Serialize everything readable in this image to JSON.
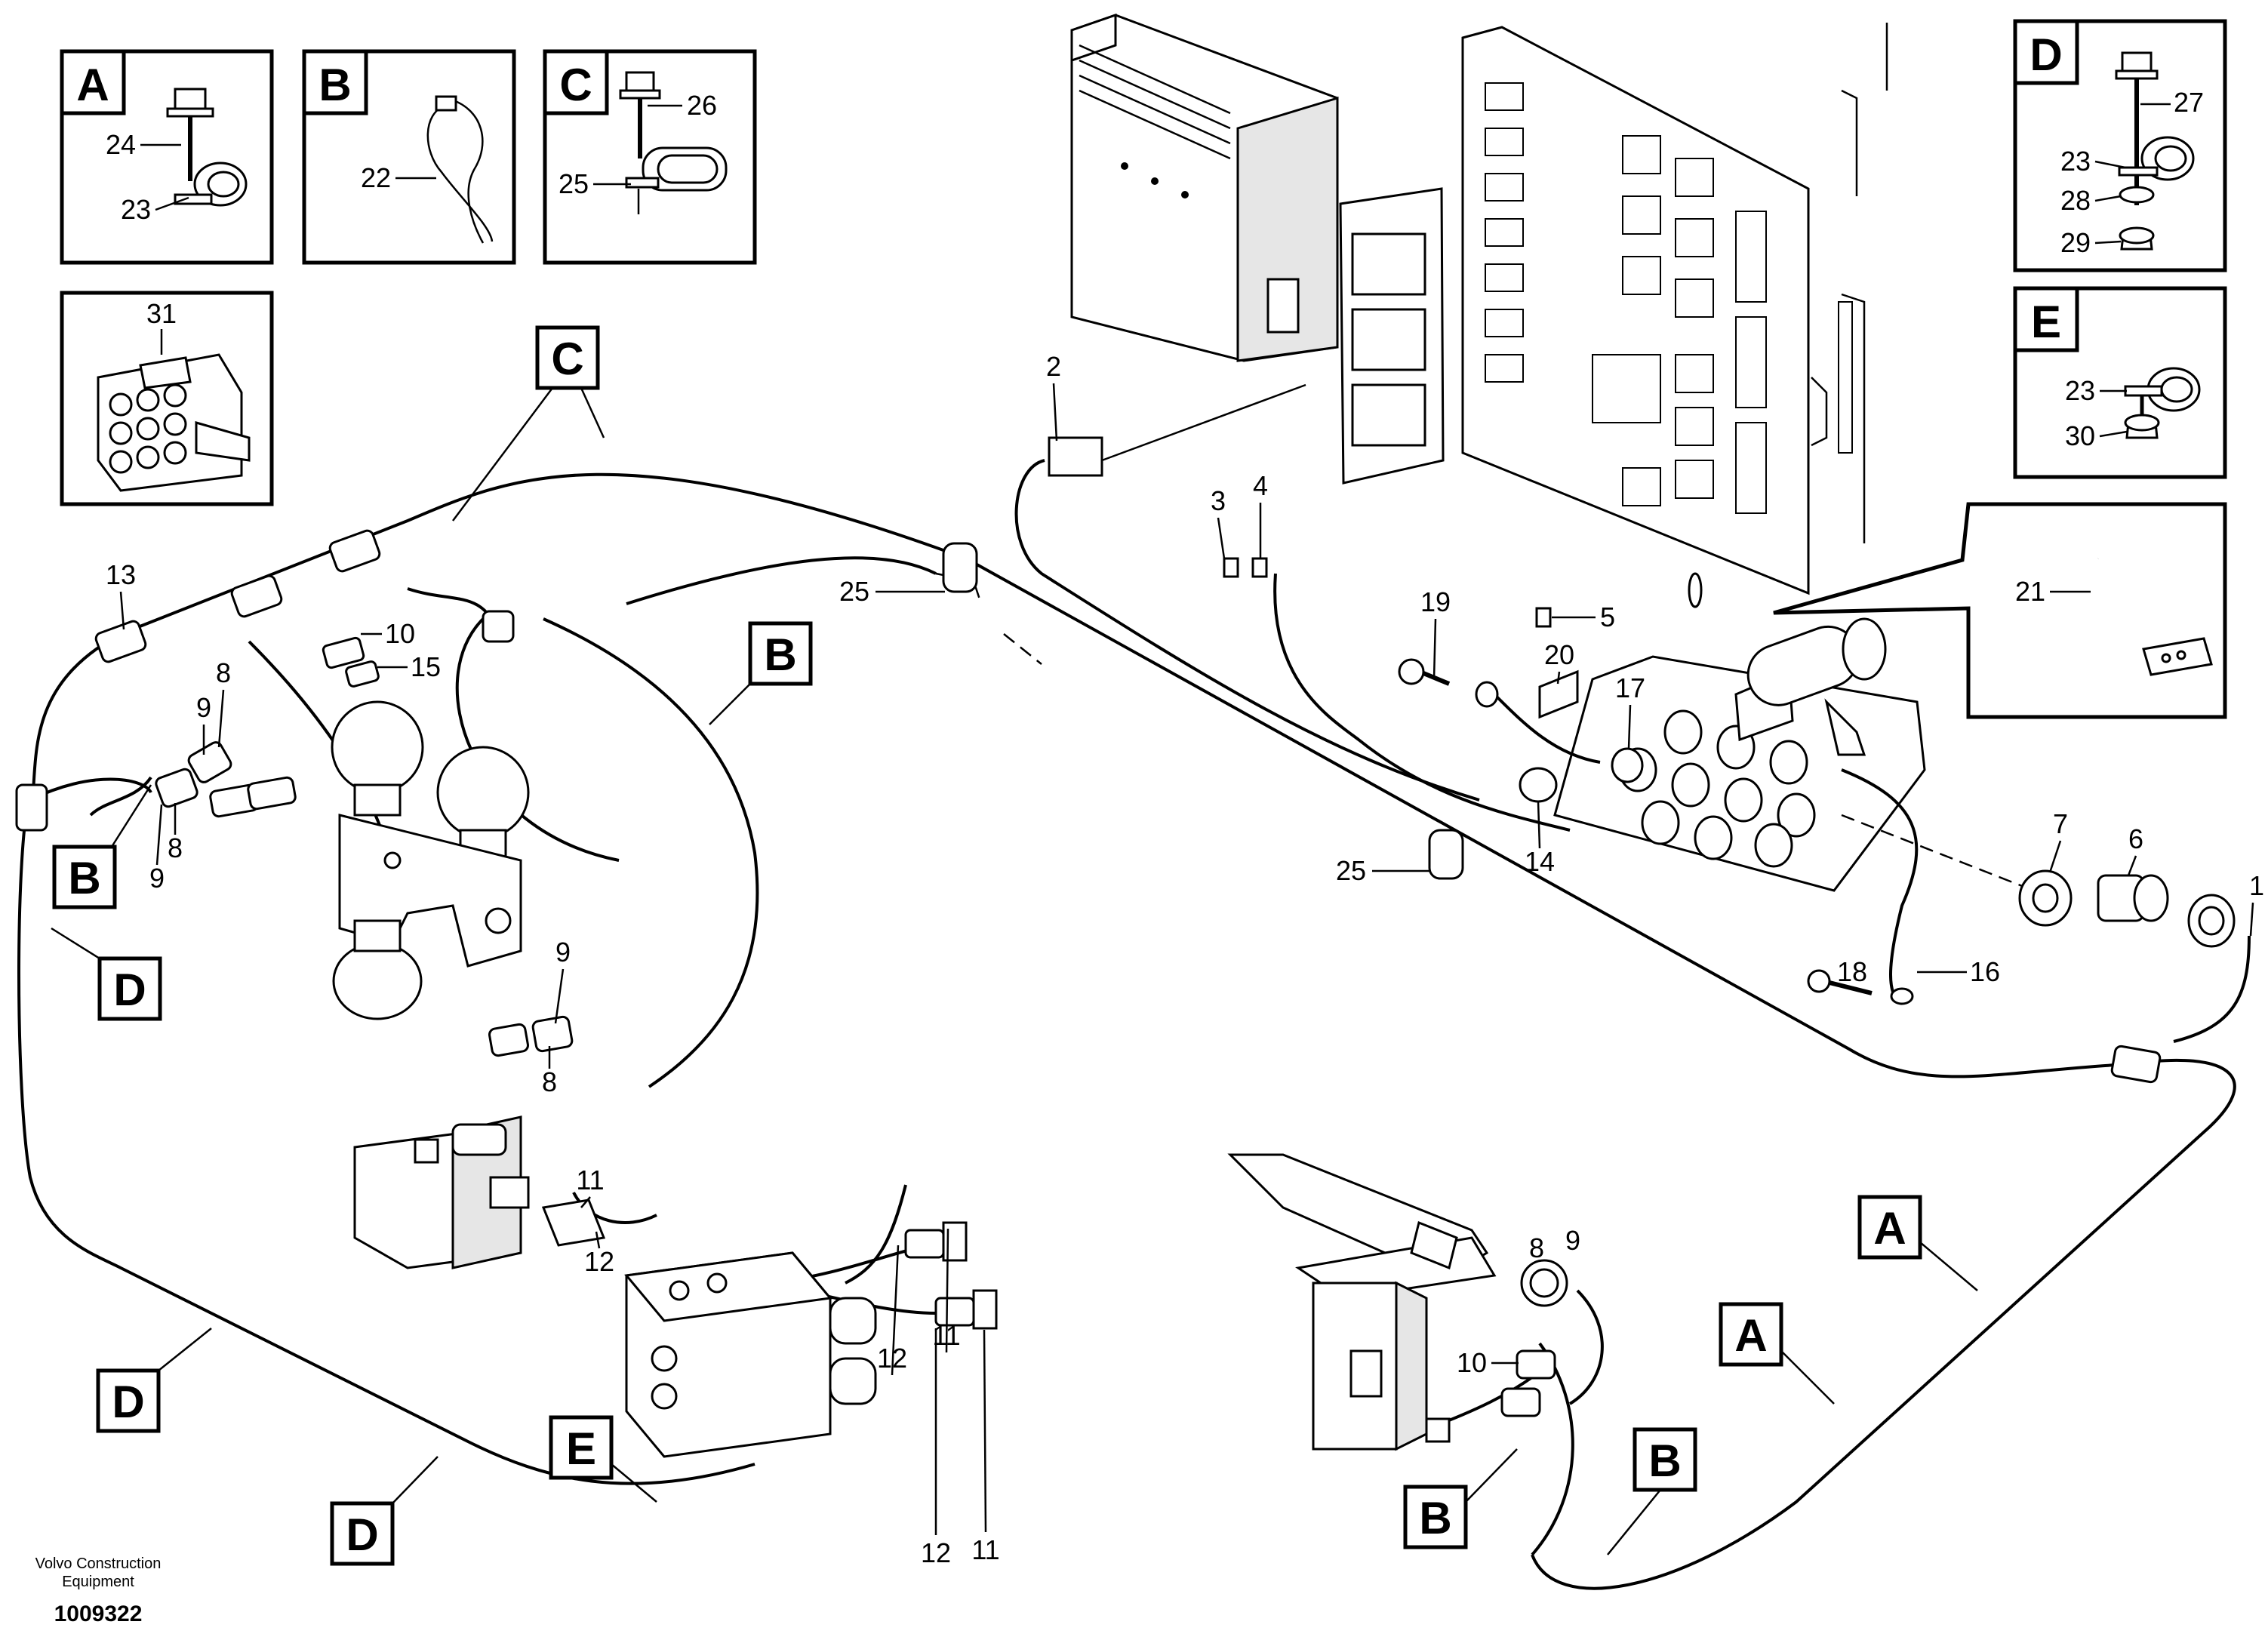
{
  "diagram": {
    "detail_boxes": [
      {
        "letter": "A",
        "callouts": [
          "24",
          "23"
        ]
      },
      {
        "letter": "B",
        "callouts": [
          "22"
        ]
      },
      {
        "letter": "C",
        "callouts": [
          "26",
          "25"
        ]
      },
      {
        "letter": "D",
        "callouts": [
          "27",
          "23",
          "28",
          "29"
        ]
      },
      {
        "letter": "E",
        "callouts": [
          "23",
          "30"
        ]
      }
    ],
    "connector_box": {
      "callout": "31"
    },
    "clamp_box": {
      "callout": "21"
    },
    "route_tags": [
      "C",
      "B",
      "B",
      "D",
      "D",
      "D",
      "E",
      "A",
      "A",
      "B",
      "B"
    ],
    "callouts": {
      "c1": "1",
      "c2": "2",
      "c3": "3",
      "c4": "4",
      "c5": "5",
      "c6": "6",
      "c7": "7",
      "c8a": "8",
      "c8b": "8",
      "c8c": "8",
      "c8d": "8",
      "c9a": "9",
      "c9b": "9",
      "c9c": "9",
      "c9d": "9",
      "c10a": "10",
      "c10b": "10",
      "c11a": "11",
      "c11b": "11",
      "c11c": "11",
      "c12a": "12",
      "c12b": "12",
      "c12c": "12",
      "c13": "13",
      "c14": "14",
      "c15": "15",
      "c16": "16",
      "c17": "17",
      "c18": "18",
      "c19": "19",
      "c20": "20",
      "c25a": "25",
      "c25b": "25"
    },
    "credit_line1": "Volvo Construction",
    "credit_line2": "Equipment",
    "doc_number": "1009322"
  }
}
